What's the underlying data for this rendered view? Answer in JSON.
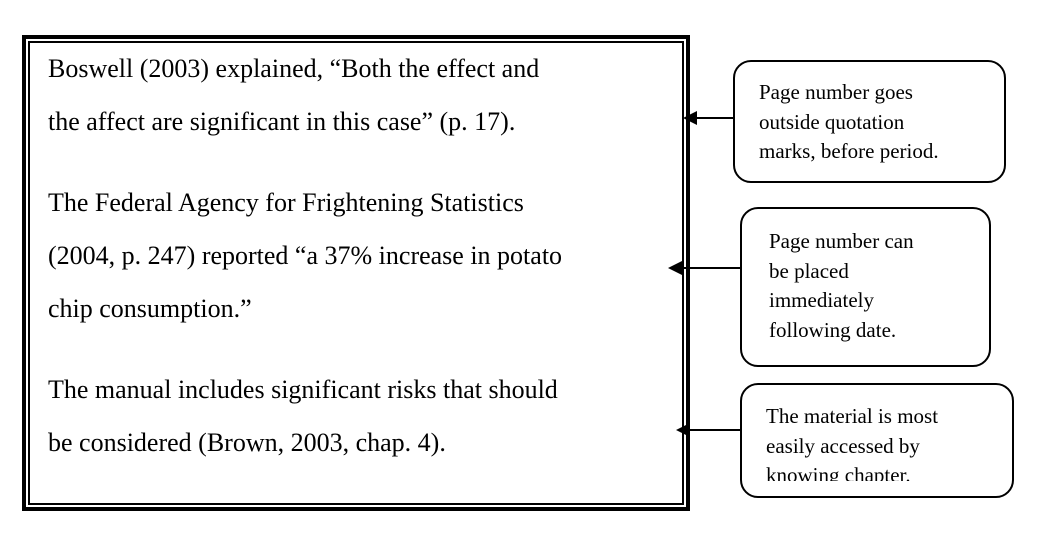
{
  "examples": [
    {
      "lines": [
        "Boswell (2003) explained, “Both the effect and",
        "the affect are significant in this case” (p. 17)."
      ]
    },
    {
      "lines": [
        "The Federal Agency for Frightening Statistics",
        "(2004, p. 247) reported “a 37% increase in potato",
        "chip consumption.”"
      ]
    },
    {
      "lines": [
        "The manual includes significant risks that should",
        "be considered (Brown, 2003, chap. 4)."
      ]
    }
  ],
  "callouts": [
    {
      "lines": [
        "Page number goes",
        "outside quotation",
        "marks, before period."
      ]
    },
    {
      "lines": [
        "Page number can",
        "be placed",
        "immediately",
        "following date."
      ]
    },
    {
      "lines": [
        "The material is most",
        "easily accessed by",
        "knowing chapter."
      ]
    }
  ]
}
